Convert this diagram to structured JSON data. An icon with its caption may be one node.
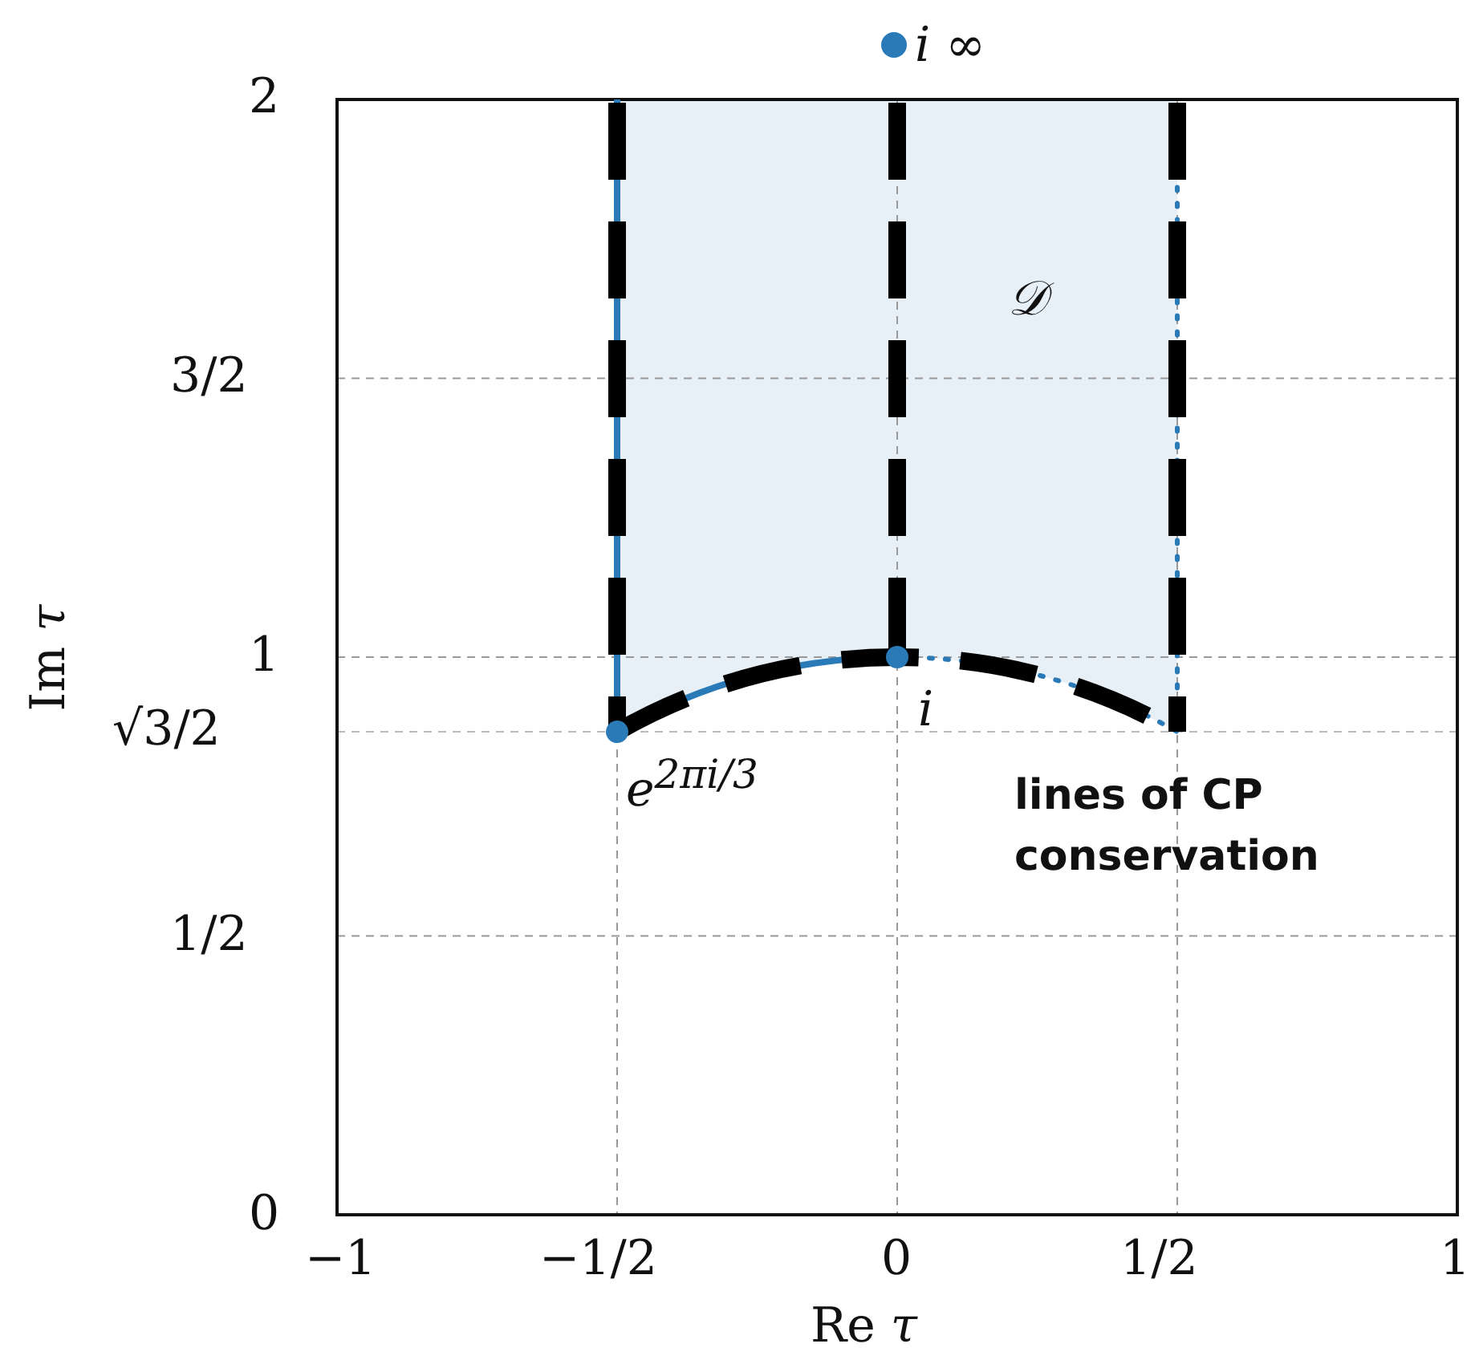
{
  "diagram": {
    "labels": [
      "*i* ∞",
      "2",
      "3/2",
      "1",
      "√3/2",
      "1/2",
      "0",
      "Im *τ*",
      "𝒟",
      "i",
      "e$^{2πi/3}$",
      "lines of CP conservation",
      "−1",
      "−1/2",
      "0",
      "1/2",
      "1",
      "Re *τ*"
    ]
  }
}
